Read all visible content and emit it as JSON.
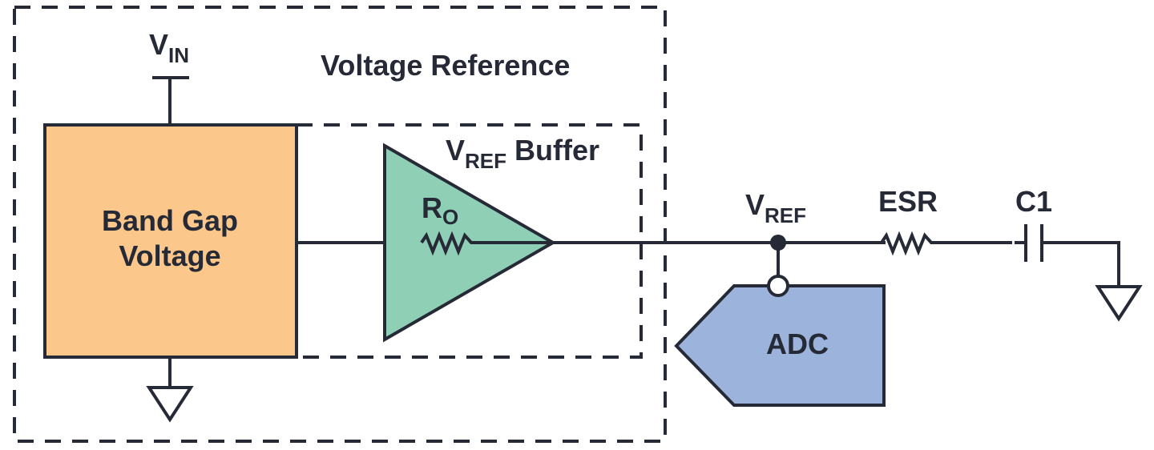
{
  "diagram": {
    "title": "Voltage Reference",
    "vin_label": {
      "main": "V",
      "sub": "IN"
    },
    "band_gap": {
      "line1": "Band Gap",
      "line2": "Voltage",
      "color": "#fcc78b"
    },
    "buffer": {
      "label_main": "V",
      "label_sub": "REF",
      "label_rest": " Buffer",
      "color": "#8fcfb6"
    },
    "ro_label": {
      "main": "R",
      "sub": "O"
    },
    "vref_node": {
      "main": "V",
      "sub": "REF"
    },
    "esr_label": "ESR",
    "c1_label": "C1",
    "adc": {
      "label": "ADC",
      "color": "#9cb4dc"
    },
    "line_color": "#262a36"
  }
}
